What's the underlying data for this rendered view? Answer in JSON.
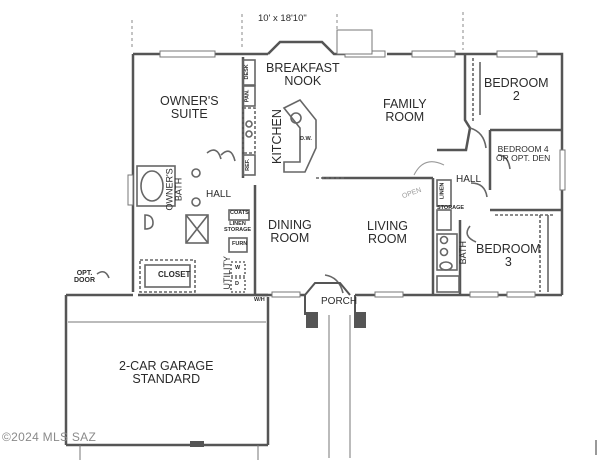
{
  "plan": {
    "dimension_note": "10' x 18'10\"",
    "rooms": {
      "owners_suite": "OWNER'S\nSUITE",
      "owners_suite_l1": "OWNER'S",
      "owners_suite_l2": "SUITE",
      "breakfast_nook_l1": "BREAKFAST",
      "breakfast_nook_l2": "NOOK",
      "family_room_l1": "FAMILY",
      "family_room_l2": "ROOM",
      "bedroom2_l1": "BEDROOM",
      "bedroom2_l2": "2",
      "bedroom4_l1": "BEDROOM 4",
      "bedroom4_l2": "OR OPT. DEN",
      "kitchen": "KITCHEN",
      "owners_bath_l1": "OWNER'S",
      "owners_bath_l2": "BATH",
      "hall_left": "HALL",
      "hall_right": "HALL",
      "dining_room_l1": "DINING",
      "dining_room_l2": "ROOM",
      "living_room_l1": "LIVING",
      "living_room_l2": "ROOM",
      "bedroom3_l1": "BEDROOM",
      "bedroom3_l2": "3",
      "bath": "BATH",
      "closet": "CLOSET",
      "utility": "UTILITY",
      "porch": "PORCH",
      "garage_l1": "2-CAR GARAGE",
      "garage_l2": "STANDARD",
      "opt_door_l1": "OPT.",
      "opt_door_l2": "DOOR"
    },
    "fixtures": {
      "desk": "DESK",
      "pantry": "PAN.",
      "refrigerator": "REF.",
      "dishwasher": "D.W.",
      "coats": "COATS",
      "linen_storage_l1": "LINEN",
      "linen_storage_l2": "STORAGE",
      "furnace": "FURN",
      "washer": "W",
      "dryer": "D",
      "water_heater": "W/H",
      "linen": "LINEN",
      "storage": "STORAGE",
      "open_note": "OPEN"
    }
  },
  "watermark": "©2024 MLS SAZ",
  "colors": {
    "wall": "#555555",
    "line": "#6a6a6a",
    "text": "#2b2b2b",
    "column": "#555555"
  }
}
